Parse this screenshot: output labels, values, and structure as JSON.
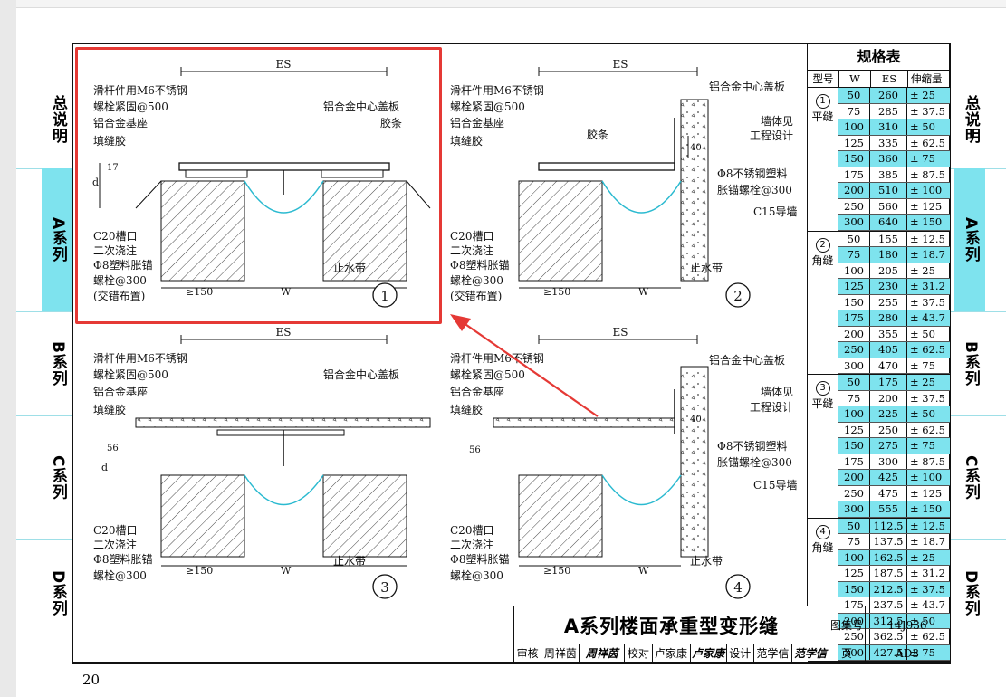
{
  "page_number": "20",
  "left_tabs": [
    {
      "label": "总说明",
      "active": false
    },
    {
      "label": "A系列",
      "active": true
    },
    {
      "label": "B系列",
      "active": false
    },
    {
      "label": "C系列",
      "active": false
    },
    {
      "label": "D系列",
      "active": false
    }
  ],
  "right_tabs": [
    {
      "label": "总说明",
      "active": false
    },
    {
      "label": "A系列",
      "active": true
    },
    {
      "label": "B系列",
      "active": false
    },
    {
      "label": "C系列",
      "active": false
    },
    {
      "label": "D系列",
      "active": false
    }
  ],
  "diagram_labels": {
    "es": "ES",
    "w": "W",
    "d": "d",
    "dim_150": "≥150",
    "dim_17": "17",
    "dim_40": "40",
    "dim_56": "56",
    "huagan": "滑杆件用M6不锈钢",
    "luoshuan500": "螺栓紧固@500",
    "luoshuan500_alt": "螺栓紧固@500",
    "lvjizuo": "铝合金基座",
    "tianfengjiao": "填缝胶",
    "zhonggaiban": "铝合金中心盖板",
    "jiaotiao": "胶条",
    "c20": "C20槽口",
    "ercijiaozhu": "二次浇注",
    "maoshuan": "Φ8塑料胀锚",
    "luoshuan300": "螺栓@300",
    "jiaocuo": "(交错布置)",
    "zhishuidai": "止水带",
    "qiangti": "墙体见",
    "gongcheng": "工程设计",
    "buxiu": "Φ8不锈钢塑料",
    "zhangmao300": "胀锚螺栓@300",
    "c15": "C15导墙",
    "huagan_alt": "滑杆件用M6不锈钢",
    "n1": "1",
    "n2": "2",
    "n3": "3",
    "n4": "4"
  },
  "spec_table": {
    "title": "规格表",
    "headers": [
      "型号",
      "W",
      "ES",
      "伸缩量"
    ],
    "groups": [
      {
        "num": "1",
        "kind": "平缝",
        "rows": [
          [
            "50",
            "260",
            "± 25",
            true
          ],
          [
            "75",
            "285",
            "± 37.5",
            false
          ],
          [
            "100",
            "310",
            "± 50",
            true
          ],
          [
            "125",
            "335",
            "± 62.5",
            false
          ],
          [
            "150",
            "360",
            "± 75",
            true
          ],
          [
            "175",
            "385",
            "± 87.5",
            false
          ],
          [
            "200",
            "510",
            "± 100",
            true
          ],
          [
            "250",
            "560",
            "± 125",
            false
          ],
          [
            "300",
            "640",
            "± 150",
            true
          ]
        ]
      },
      {
        "num": "2",
        "kind": "角缝",
        "rows": [
          [
            "50",
            "155",
            "± 12.5",
            false
          ],
          [
            "75",
            "180",
            "± 18.7",
            true
          ],
          [
            "100",
            "205",
            "± 25",
            false
          ],
          [
            "125",
            "230",
            "± 31.2",
            true
          ],
          [
            "150",
            "255",
            "± 37.5",
            false
          ],
          [
            "175",
            "280",
            "± 43.7",
            true
          ],
          [
            "200",
            "355",
            "± 50",
            false
          ],
          [
            "250",
            "405",
            "± 62.5",
            true
          ],
          [
            "300",
            "470",
            "± 75",
            false
          ]
        ]
      },
      {
        "num": "3",
        "kind": "平缝",
        "rows": [
          [
            "50",
            "175",
            "± 25",
            true
          ],
          [
            "75",
            "200",
            "± 37.5",
            false
          ],
          [
            "100",
            "225",
            "± 50",
            true
          ],
          [
            "125",
            "250",
            "± 62.5",
            false
          ],
          [
            "150",
            "275",
            "± 75",
            true
          ],
          [
            "175",
            "300",
            "± 87.5",
            false
          ],
          [
            "200",
            "425",
            "± 100",
            true
          ],
          [
            "250",
            "475",
            "± 125",
            false
          ],
          [
            "300",
            "555",
            "± 150",
            true
          ]
        ]
      },
      {
        "num": "4",
        "kind": "角缝",
        "rows": [
          [
            "50",
            "112.5",
            "± 12.5",
            true
          ],
          [
            "75",
            "137.5",
            "± 18.7",
            false
          ],
          [
            "100",
            "162.5",
            "± 25",
            true
          ],
          [
            "125",
            "187.5",
            "± 31.2",
            false
          ],
          [
            "150",
            "212.5",
            "± 37.5",
            true
          ],
          [
            "175",
            "237.5",
            "± 43.7",
            false
          ],
          [
            "200",
            "312.5",
            "± 50",
            true
          ],
          [
            "250",
            "362.5",
            "± 62.5",
            false
          ],
          [
            "300",
            "427.5",
            "± 75",
            true
          ]
        ]
      }
    ]
  },
  "title_block": {
    "title": "A系列楼面承重型变形缝",
    "atlas_label": "图集号",
    "atlas_value": "14J936",
    "page_label": "页",
    "page_value": "AD3",
    "review_label": "审核",
    "review_name": "周祥茵",
    "review_sig": "周祥茵",
    "check_label": "校对",
    "check_name": "卢家康",
    "check_sig": "卢家康",
    "design_label": "设计",
    "design_name": "范学信",
    "design_sig": "范学信"
  },
  "colors": {
    "highlight": "#7ee3ee",
    "callout": "#e53935",
    "membrane": "#2bbad0"
  }
}
